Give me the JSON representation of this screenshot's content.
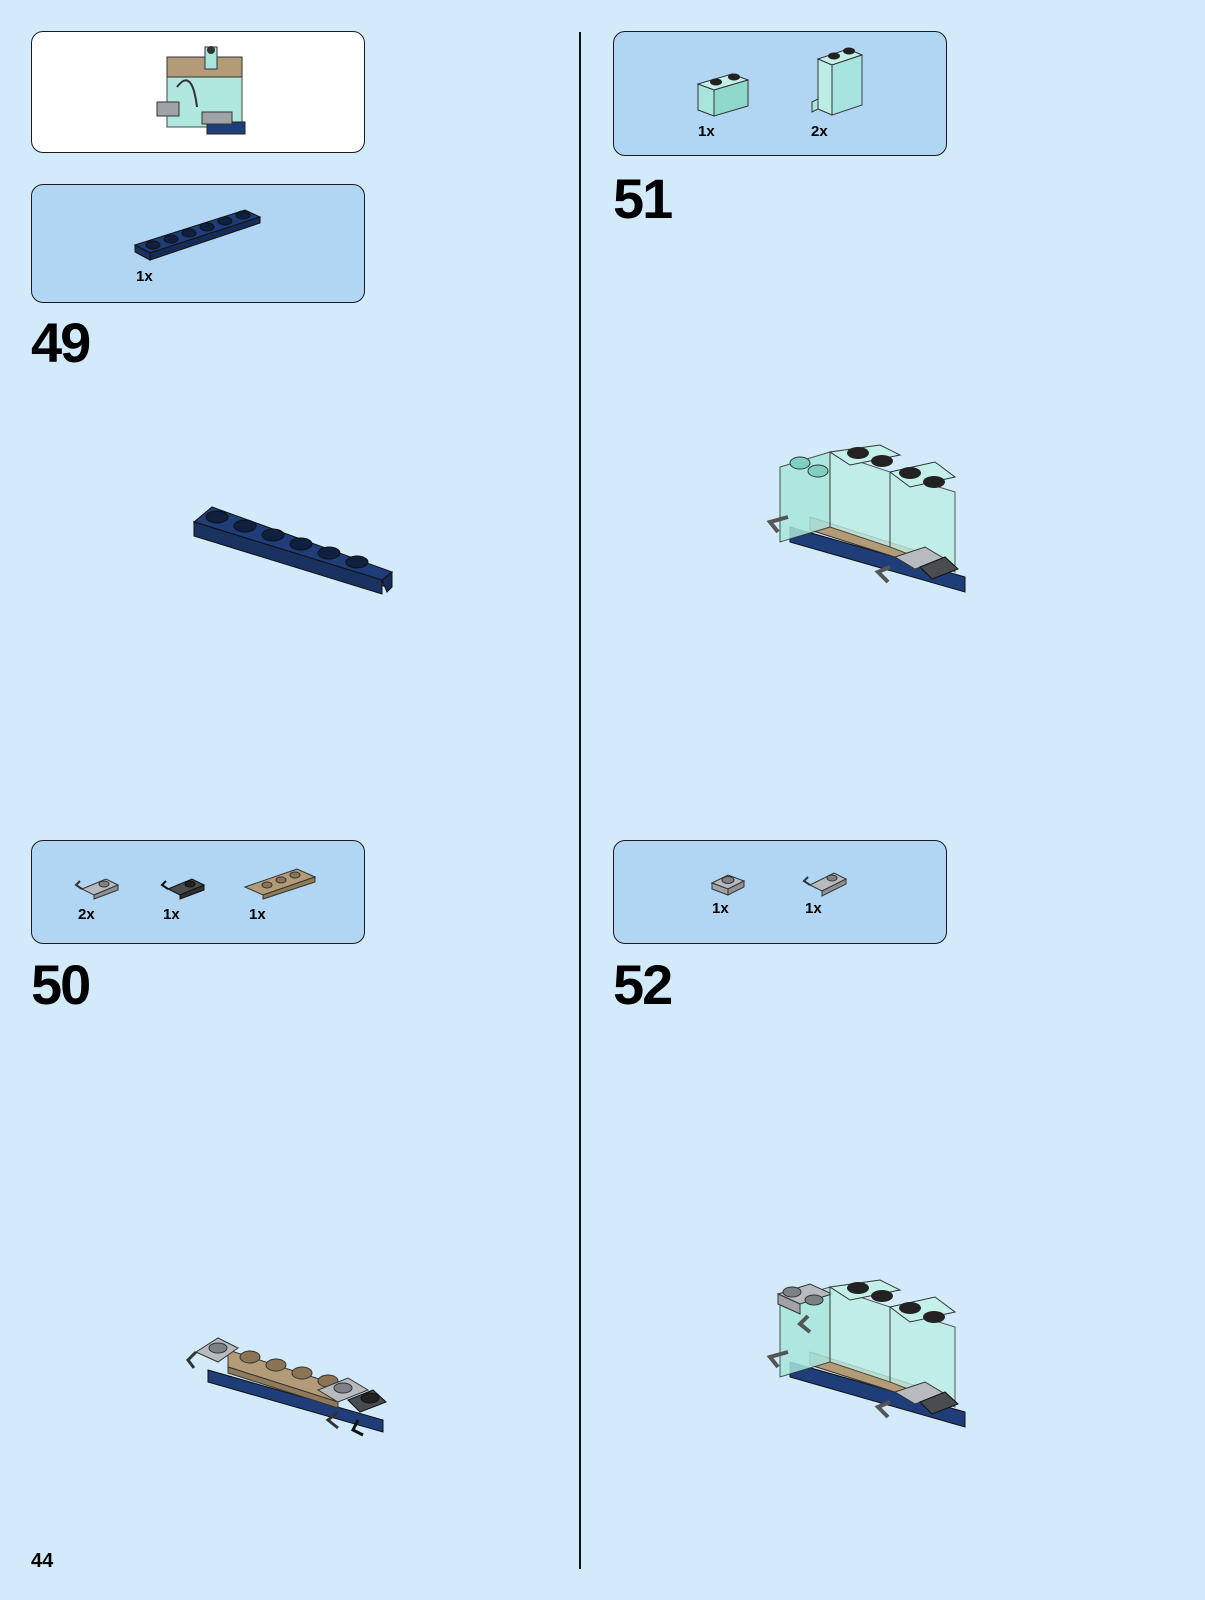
{
  "page": {
    "number": "44"
  },
  "steps": [
    {
      "number": "49",
      "parts": [
        {
          "qty": "1x",
          "icon": "dark-blue-plate-1x6-icon"
        }
      ]
    },
    {
      "number": "50",
      "parts": [
        {
          "qty": "2x",
          "icon": "gray-clip-plate-icon"
        },
        {
          "qty": "1x",
          "icon": "dark-gray-clip-plate-icon"
        },
        {
          "qty": "1x",
          "icon": "tan-plate-1x3-icon"
        }
      ]
    },
    {
      "number": "51",
      "parts": [
        {
          "qty": "1x",
          "icon": "trans-light-blue-brick-1x2-icon"
        },
        {
          "qty": "2x",
          "icon": "trans-light-blue-panel-icon"
        }
      ]
    },
    {
      "number": "52",
      "parts": [
        {
          "qty": "1x",
          "icon": "gray-plate-1x1-icon"
        },
        {
          "qty": "1x",
          "icon": "gray-clip-plate-icon"
        }
      ]
    }
  ],
  "colors": {
    "background": "#d3eafa",
    "parts_box": "#b1d6f3",
    "dark_blue": "#1f3d78",
    "tan": "#b39b78",
    "trans_light_blue": "#a8e6dc",
    "gray": "#9fa3a6",
    "dark_gray": "#4a4d50"
  }
}
